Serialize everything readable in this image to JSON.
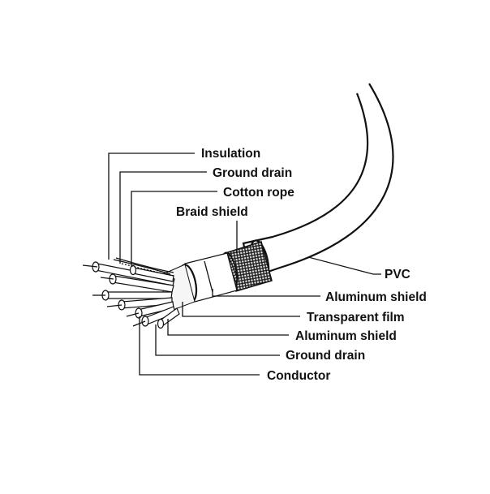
{
  "diagram": {
    "labels": {
      "insulation": "Insulation",
      "ground_drain_top": "Ground drain",
      "cotton_rope": "Cotton rope",
      "braid_shield": "Braid shield",
      "pvc": "PVC",
      "aluminum_shield_outer": "Aluminum shield",
      "transparent_film": "Transparent film",
      "aluminum_shield_inner": "Aluminum shield",
      "ground_drain_bottom": "Ground drain",
      "conductor": "Conductor"
    },
    "colors": {
      "line": "#111111",
      "background": "#ffffff",
      "braid": "#2a2a2a"
    }
  }
}
